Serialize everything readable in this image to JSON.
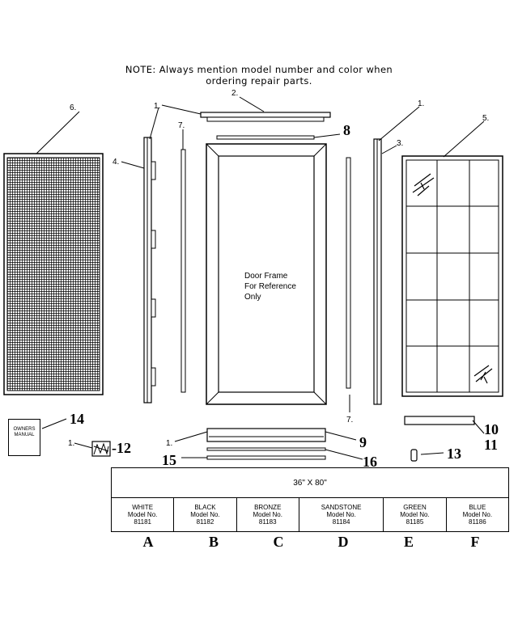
{
  "note": {
    "line1": "NOTE:  Always mention model number and color when",
    "line2": "ordering repair parts."
  },
  "callouts": {
    "c1_top_left": "1.",
    "c2_top": "2.",
    "c1_top_right": "1.",
    "c3": "3.",
    "c4": "4.",
    "c5": "5.",
    "c6": "6.",
    "c7_left": "7.",
    "c7_right": "7.",
    "c8": "8",
    "c9": "9",
    "c1_bottom": "1.",
    "c10": "10",
    "c11": "11",
    "c1_lock": "1.",
    "c12": "-12",
    "c13": "13",
    "c14": "14",
    "c15": "15",
    "c16": "16"
  },
  "frame_note": {
    "line1": "Door Frame",
    "line2": "For Reference",
    "line3": "Only"
  },
  "manual": {
    "line1": "OWNERS",
    "line2": "MANUAL"
  },
  "table": {
    "size": "36\" X 80\"",
    "models": [
      {
        "color": "WHITE",
        "label": "Model No.",
        "number": "81181",
        "letter": "A"
      },
      {
        "color": "BLACK",
        "label": "Model No.",
        "number": "81182",
        "letter": "B"
      },
      {
        "color": "BRONZE",
        "label": "Model No.",
        "number": "81183",
        "letter": "C"
      },
      {
        "color": "SANDSTONE",
        "label": "Model No.",
        "number": "81184",
        "letter": "D"
      },
      {
        "color": "GREEN",
        "label": "Model No.",
        "number": "81185",
        "letter": "E"
      },
      {
        "color": "BLUE",
        "label": "Model No.",
        "number": "81186",
        "letter": "F"
      }
    ]
  }
}
